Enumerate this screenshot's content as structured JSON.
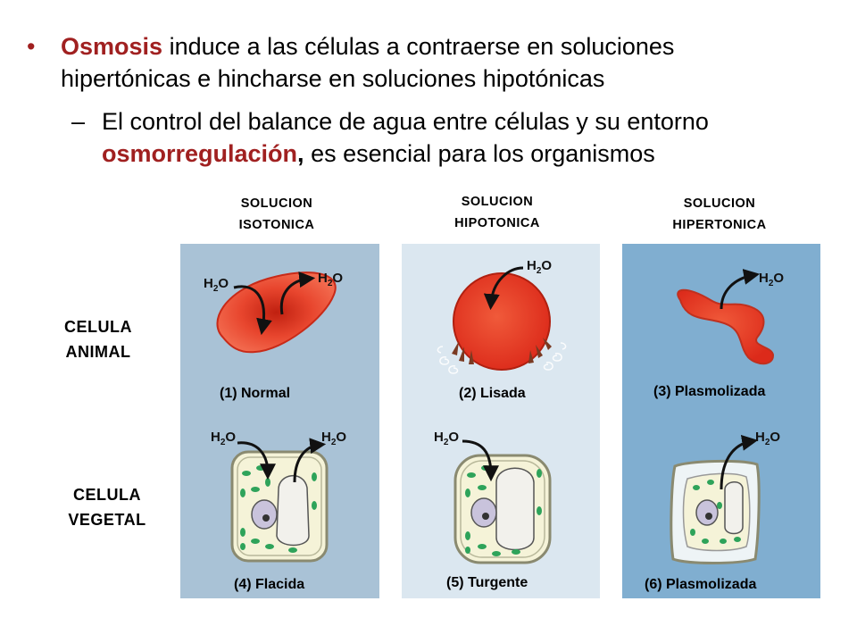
{
  "bullet1": {
    "marker": "•",
    "highlight": "Osmosis",
    "rest_line1": " induce a las células a contraerse en soluciones",
    "line2": "hipertónicas e hincharse en soluciones hipotónicas"
  },
  "bullet2": {
    "marker": "–",
    "line1": "El control del balance de agua entre células y su entorno",
    "highlight": "osmorregulación",
    "comma": ",",
    "rest_line2": " es esencial para los organismos"
  },
  "columns": [
    {
      "line1": "SOLUCION",
      "line2": "ISOTONICA"
    },
    {
      "line1": "SOLUCION",
      "line2": "HIPOTONICA"
    },
    {
      "line1": "SOLUCION",
      "line2": "HIPERTONICA"
    }
  ],
  "rows": [
    {
      "line1": "CELULA",
      "line2": "ANIMAL"
    },
    {
      "line1": "CELULA",
      "line2": "VEGETAL"
    }
  ],
  "captions": {
    "c1": "(1) Normal",
    "c2": "(2) Lisada",
    "c3": "(3) Plasmolizada",
    "c4": "(4) Flacida",
    "c5": "(5) Turgente",
    "c6": "(6) Plasmolizada"
  },
  "water_label": "H",
  "water_sub": "2",
  "water_o": "O",
  "colors": {
    "highlight": "#a02020",
    "panel_isotonic": "#a9c2d6",
    "panel_hypotonic": "#dbe7f0",
    "panel_hypertonic": "#80aed0",
    "red_cell": "#e8462e",
    "plant_wall": "#f5f3d8",
    "chloroplast": "#2ea35a",
    "vacuole": "#f2f1ec",
    "nucleus": "#c9c3dc"
  }
}
